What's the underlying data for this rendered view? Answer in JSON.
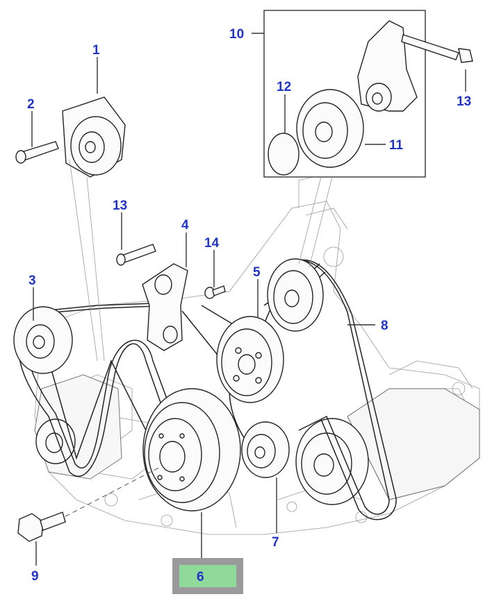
{
  "callouts": {
    "c1": "1",
    "c2": "2",
    "c3": "3",
    "c4": "4",
    "c5": "5",
    "c6": "6",
    "c7": "7",
    "c8": "8",
    "c9": "9",
    "c10": "10",
    "c11": "11",
    "c12": "12",
    "c13a": "13",
    "c13b": "13",
    "c14": "14"
  },
  "colors": {
    "callout_text": "#2233c8",
    "highlight_fill": "#8fd99a",
    "highlight_border": "#9a9a9a"
  }
}
